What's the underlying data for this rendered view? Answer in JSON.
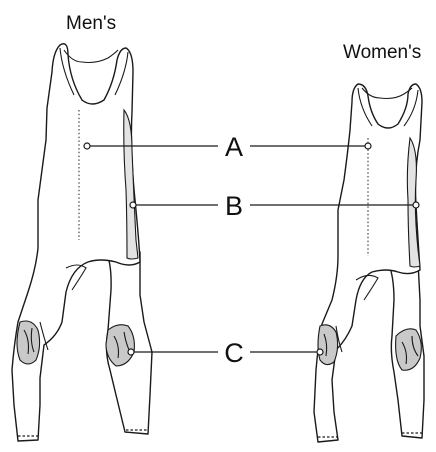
{
  "headings": {
    "mens": "Men's",
    "womens": "Women's"
  },
  "callouts": {
    "a": "A",
    "b": "B",
    "c": "C"
  }
}
